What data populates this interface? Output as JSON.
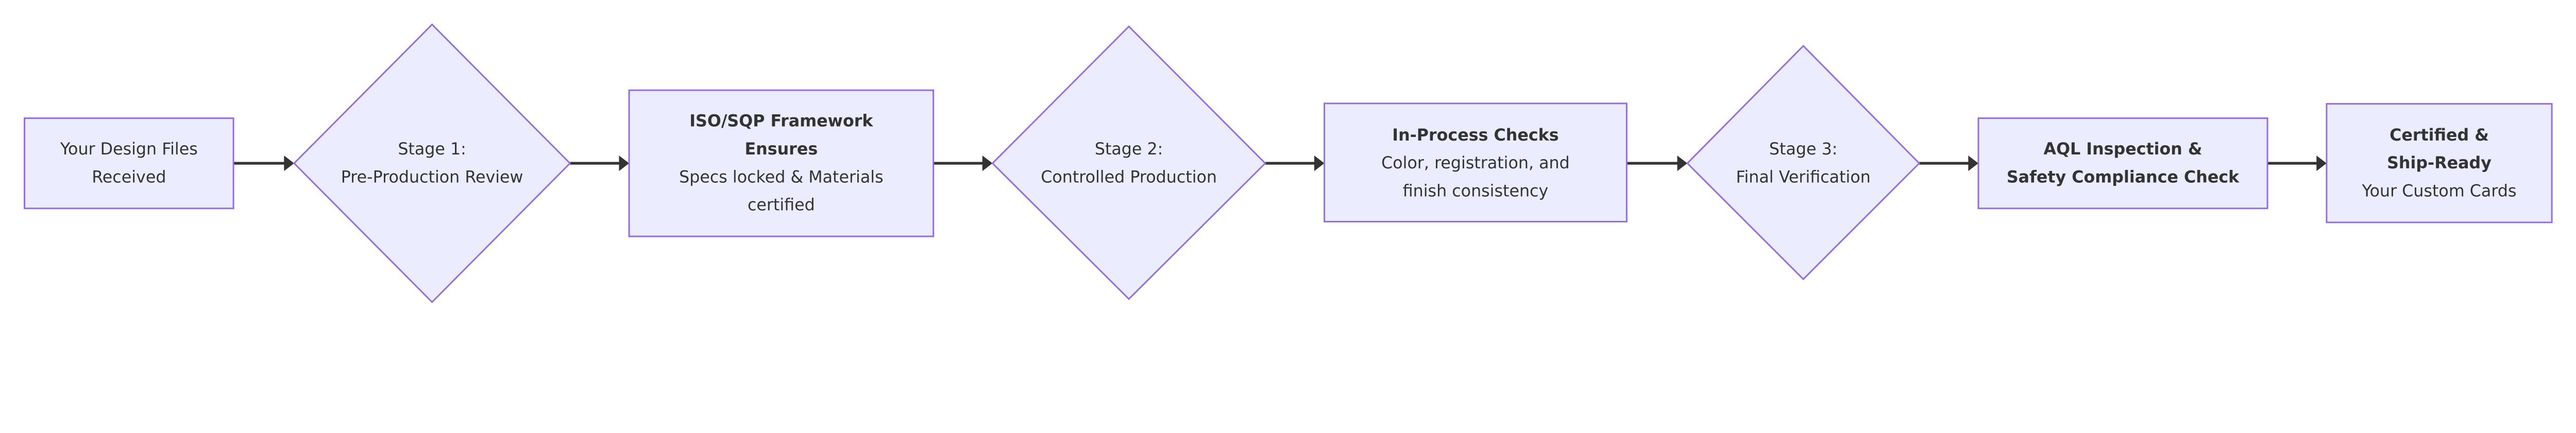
{
  "colors": {
    "node_fill": "#ECECFF",
    "node_stroke": "#9370DB",
    "edge": "#333333",
    "text": "#333333"
  },
  "nodes": [
    {
      "id": "design-files",
      "shape": "rect",
      "lines": [
        {
          "text": "Your Design Files",
          "bold": false
        },
        {
          "text": "Received",
          "bold": false
        }
      ]
    },
    {
      "id": "stage-1",
      "shape": "diamond",
      "lines": [
        {
          "text": "Stage 1:",
          "bold": false
        },
        {
          "text": "Pre-Production Review",
          "bold": false
        }
      ]
    },
    {
      "id": "iso-sqp",
      "shape": "rect",
      "lines": [
        {
          "text": "ISO/SQP Framework",
          "bold": true
        },
        {
          "text": "Ensures",
          "bold": true
        },
        {
          "text": "Specs locked & Materials",
          "bold": false
        },
        {
          "text": "certified",
          "bold": false
        }
      ]
    },
    {
      "id": "stage-2",
      "shape": "diamond",
      "lines": [
        {
          "text": "Stage 2:",
          "bold": false
        },
        {
          "text": "Controlled Production",
          "bold": false
        }
      ]
    },
    {
      "id": "in-process",
      "shape": "rect",
      "lines": [
        {
          "text": "In-Process Checks",
          "bold": true
        },
        {
          "text": "Color, registration, and",
          "bold": false
        },
        {
          "text": "finish consistency",
          "bold": false
        }
      ]
    },
    {
      "id": "stage-3",
      "shape": "diamond",
      "lines": [
        {
          "text": "Stage 3:",
          "bold": false
        },
        {
          "text": "Final Verification",
          "bold": false
        }
      ]
    },
    {
      "id": "aql",
      "shape": "rect",
      "lines": [
        {
          "text": "AQL Inspection &",
          "bold": true
        },
        {
          "text": "Safety Compliance Check",
          "bold": true
        }
      ]
    },
    {
      "id": "certified",
      "shape": "rect",
      "lines": [
        {
          "text": "Certified &",
          "bold": true
        },
        {
          "text": "Ship-Ready",
          "bold": true
        },
        {
          "text": "Your Custom Cards",
          "bold": false
        }
      ]
    }
  ],
  "edges": [
    {
      "from": "design-files",
      "to": "stage-1"
    },
    {
      "from": "stage-1",
      "to": "iso-sqp"
    },
    {
      "from": "iso-sqp",
      "to": "stage-2"
    },
    {
      "from": "stage-2",
      "to": "in-process"
    },
    {
      "from": "in-process",
      "to": "stage-3"
    },
    {
      "from": "stage-3",
      "to": "aql"
    },
    {
      "from": "aql",
      "to": "certified"
    }
  ]
}
